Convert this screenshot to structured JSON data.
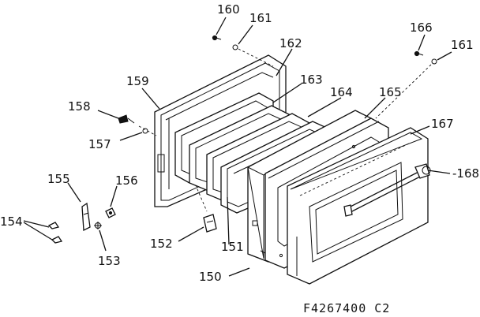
{
  "diagram": {
    "part_labels": {
      "p150": "150",
      "p151": "151",
      "p152": "152",
      "p153": "153",
      "p154": "154",
      "p155": "155",
      "p156": "156",
      "p157": "157",
      "p158": "158",
      "p159": "159",
      "p160": "160",
      "p161a": "161",
      "p161b": "161",
      "p162": "162",
      "p163": "163",
      "p164": "164",
      "p165": "165",
      "p166": "166",
      "p167": "167",
      "p168": "168"
    },
    "drawing_code": "F4267400 C2"
  }
}
